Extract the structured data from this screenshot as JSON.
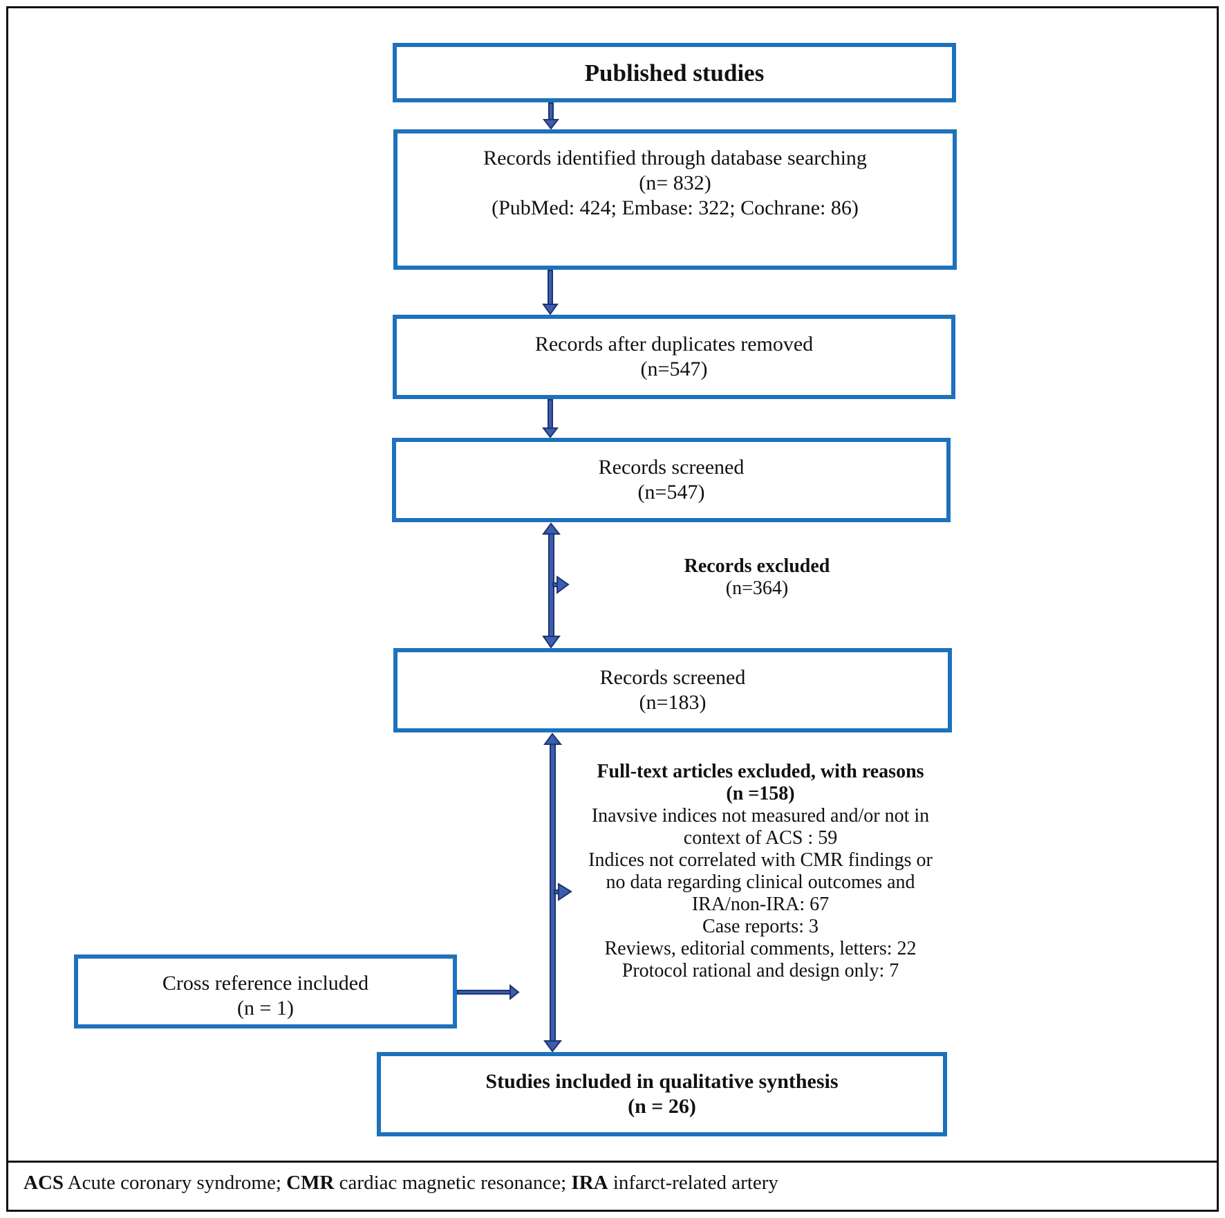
{
  "boxes": {
    "published": {
      "lines": [
        "Published studies"
      ]
    },
    "identified": {
      "lines": [
        "Records identified through database searching",
        "(n= 832)",
        "(PubMed: 424; Embase: 322; Cochrane: 86)"
      ]
    },
    "duplicates": {
      "lines": [
        "Records after duplicates removed",
        "(n=547)"
      ]
    },
    "screened1": {
      "lines": [
        "Records screened",
        "(n=547)"
      ]
    },
    "screened2": {
      "lines": [
        "Records screened",
        "(n=183)"
      ]
    },
    "cross_reference": {
      "lines": [
        "Cross reference included",
        "(n = 1)"
      ]
    },
    "included": {
      "lines": [
        "Studies included in qualitative synthesis",
        "(n = 26)"
      ]
    }
  },
  "notes": {
    "records_excluded": {
      "title": "Records excluded",
      "count": "(n=364)"
    },
    "fulltext_excluded": {
      "title": "Full-text articles excluded, with reasons",
      "count": "(n =158)",
      "reasons": [
        "Inavsive indices not measured and/or not in",
        "context of ACS : 59",
        "Indices not correlated with CMR findings or",
        "no data regarding clinical outcomes and",
        "IRA/non-IRA: 67",
        "Case reports: 3",
        "Reviews, editorial comments, letters: 22",
        "Protocol rational and design only: 7"
      ]
    }
  },
  "footer": {
    "acs_abbr": "ACS",
    "acs_text": " Acute coronary syndrome; ",
    "cmr_abbr": "CMR",
    "cmr_text": " cardiac magnetic resonance; ",
    "ira_abbr": "IRA",
    "ira_text": " infarct-related artery"
  },
  "colors": {
    "box_border": "#1c72bc",
    "arrow_fill": "#3b5fae",
    "arrow_stroke": "#1f3370",
    "frame": "#111111"
  }
}
